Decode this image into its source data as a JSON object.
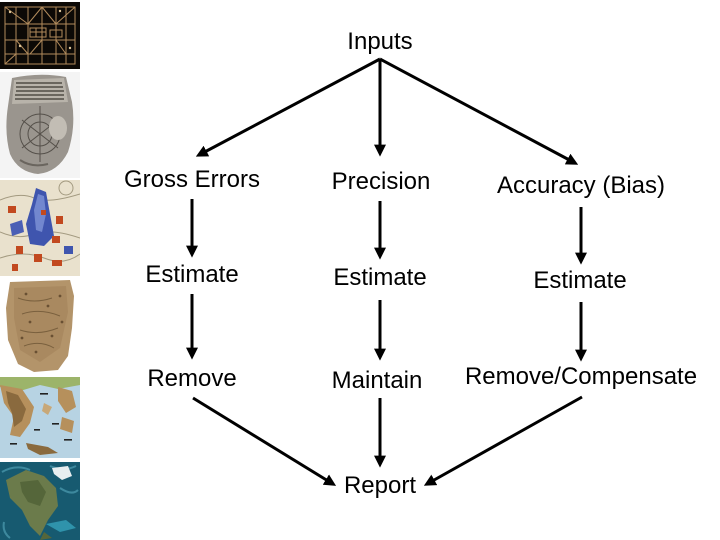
{
  "slide": {
    "background": "#ffffff",
    "text_color": "#000000",
    "arrow_color": "#000000"
  },
  "diagram": {
    "root": "Inputs",
    "columns": [
      {
        "category": "Gross Errors",
        "step": "Estimate",
        "action": "Remove"
      },
      {
        "category": "Precision",
        "step": "Estimate",
        "action": "Maintain"
      },
      {
        "category": "Accuracy (Bias)",
        "step": "Estimate",
        "action": "Remove/Compensate"
      }
    ],
    "sink": "Report"
  },
  "sidebar": {
    "images": [
      {
        "name": "ancient-city-grid-map-thumbnail",
        "depicts": "dark tablet with incised street grid"
      },
      {
        "name": "clay-tablet-map-thumbnail",
        "depicts": "grayscale inscribed clay tablet"
      },
      {
        "name": "medieval-city-map-thumbnail",
        "depicts": "illuminated map with blue mount and red buildings"
      },
      {
        "name": "parchment-map-thumbnail",
        "depicts": "weathered brown parchment chart"
      },
      {
        "name": "topographic-map-thumbnail",
        "depicts": "topographic map of Greece and the Aegean"
      },
      {
        "name": "satellite-map-thumbnail",
        "depicts": "satellite view of North America"
      }
    ]
  }
}
